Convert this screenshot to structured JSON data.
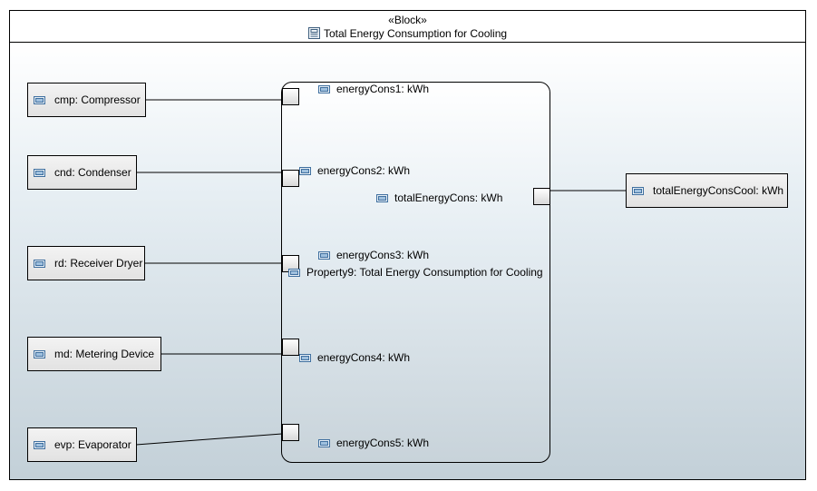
{
  "block": {
    "stereotype": "«Block»",
    "title": "Total Energy Consumption for Cooling",
    "icon": "block-icon"
  },
  "parts": {
    "cmp": "cmp: Compressor",
    "cnd": "cnd: Condenser",
    "rd": "rd: Receiver Dryer",
    "md": "md: Metering Device",
    "evp": "evp: Evaporator",
    "total": "totalEnergyConsCool: kWh"
  },
  "property": {
    "name": "Property9: Total Energy Consumption for Cooling",
    "ports": {
      "energyCons1": "energyCons1: kWh",
      "energyCons2": "energyCons2: kWh",
      "energyCons3": "energyCons3: kWh",
      "energyCons4": "energyCons4: kWh",
      "energyCons5": "energyCons5: kWh",
      "totalEnergyCons": "totalEnergyCons: kWh"
    }
  },
  "icons": {
    "part": "part-icon",
    "port": "port-icon"
  }
}
